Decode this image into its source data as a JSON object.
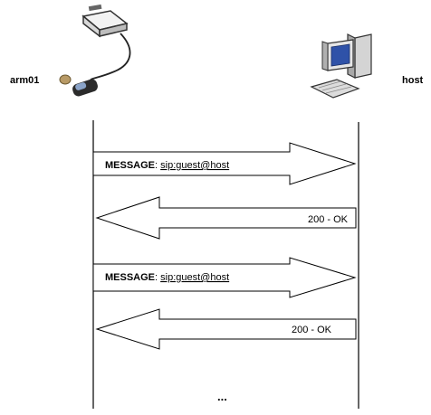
{
  "nodes": {
    "left": {
      "label": "arm01",
      "icon": "device-with-remote-icon"
    },
    "right": {
      "label": "host",
      "icon": "desktop-computer-icon"
    }
  },
  "messages": [
    {
      "direction": "right",
      "method": "MESSAGE",
      "separator": ":",
      "uri": "sip:guest@host"
    },
    {
      "direction": "left",
      "text": "200 - OK"
    },
    {
      "direction": "right",
      "method": "MESSAGE",
      "separator": ":",
      "uri": "sip:guest@host"
    },
    {
      "direction": "left",
      "text": "200 - OK"
    }
  ],
  "continuation": "..."
}
